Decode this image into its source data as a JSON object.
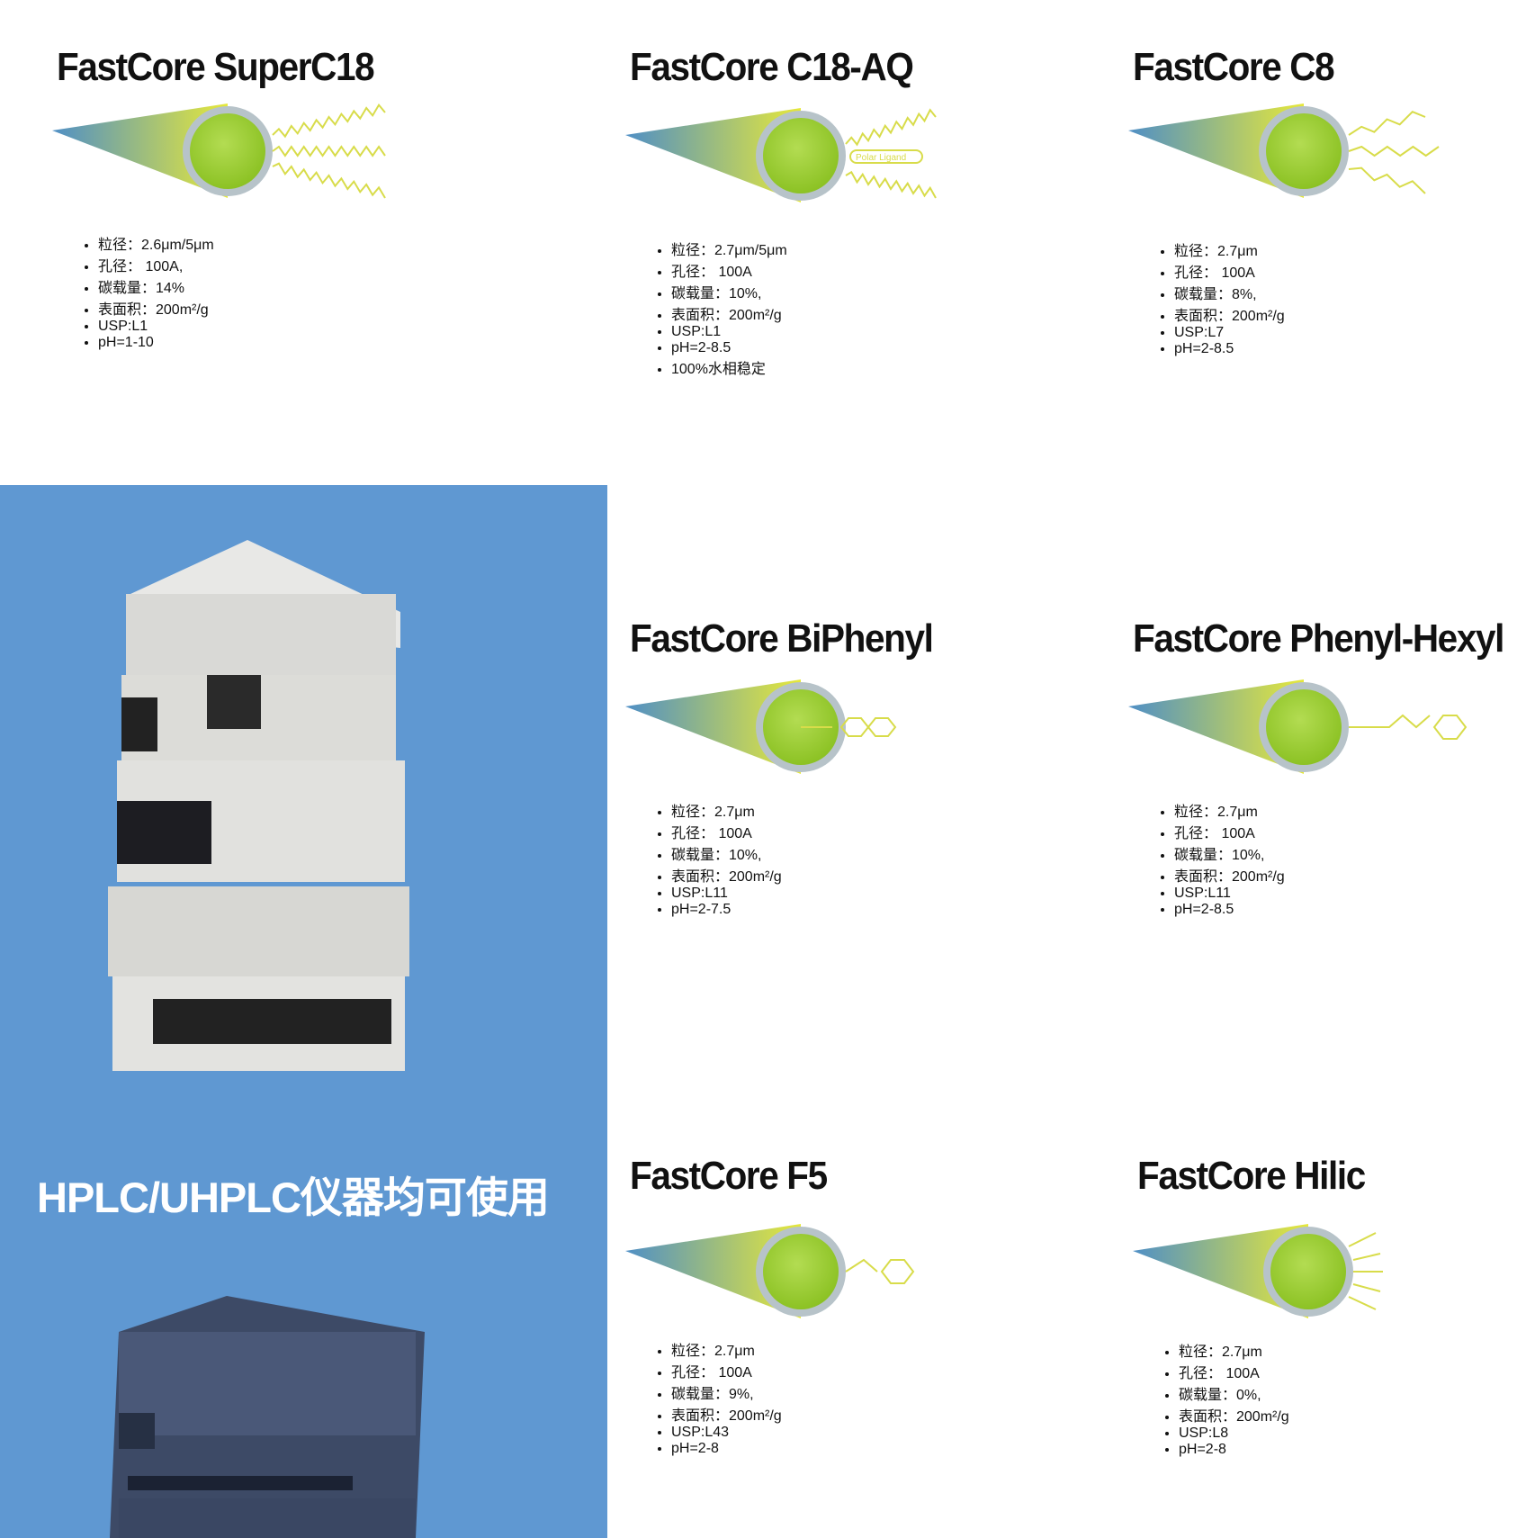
{
  "products": [
    {
      "title": "FastCore SuperC18",
      "ligand": "chains3",
      "specs": [
        "粒径：2.6μm/5μm",
        "孔径： 100A,",
        "碳载量：14%",
        "表面积：200m²/g",
        "USP:L1",
        "pH=1-10"
      ]
    },
    {
      "title": "FastCore C18-AQ",
      "ligand": "polar",
      "ligand_label": "Polar Ligand",
      "specs": [
        "粒径：2.7μm/5μm",
        "孔径： 100A",
        "碳载量：10%,",
        "表面积：200m²/g",
        "USP:L1",
        "pH=2-8.5",
        "100%水相稳定"
      ]
    },
    {
      "title": "FastCore C8",
      "ligand": "short3",
      "specs": [
        "粒径：2.7μm",
        "孔径： 100A",
        "碳载量：8%,",
        "表面积：200m²/g",
        "USP:L7",
        "pH=2-8.5"
      ]
    },
    {
      "title": "FastCore BiPhenyl",
      "ligand": "biphenyl",
      "specs": [
        "粒径：2.7μm",
        "孔径： 100A",
        "碳载量：10%,",
        "表面积：200m²/g",
        "USP:L11",
        "pH=2-7.5"
      ]
    },
    {
      "title": "FastCore Phenyl-Hexyl",
      "ligand": "phenylhexyl",
      "specs": [
        "粒径：2.7μm",
        "孔径： 100A",
        "碳载量：10%,",
        "表面积：200m²/g",
        "USP:L11",
        "pH=2-8.5"
      ]
    },
    {
      "title": "FastCore F5",
      "ligand": "f5",
      "specs": [
        "粒径：2.7μm",
        "孔径： 100A",
        "碳载量：9%,",
        "表面积：200m²/g",
        "USP:L43",
        "pH=2-8"
      ]
    },
    {
      "title": "FastCore Hilic",
      "ligand": "hilic",
      "specs": [
        "粒径：2.7μm",
        "孔径： 100A",
        "碳载量：0%,",
        "表面积：200m²/g",
        "USP:L8",
        "pH=2-8"
      ]
    }
  ],
  "panel": {
    "text": "HPLC/UHPLC仪器均可使用",
    "color": "#5f98d2"
  },
  "colors": {
    "cone_start": "#4f8fc6",
    "cone_end": "#e6e83a",
    "sphere": "#8cc224",
    "ligand": "#d8dc4a"
  }
}
